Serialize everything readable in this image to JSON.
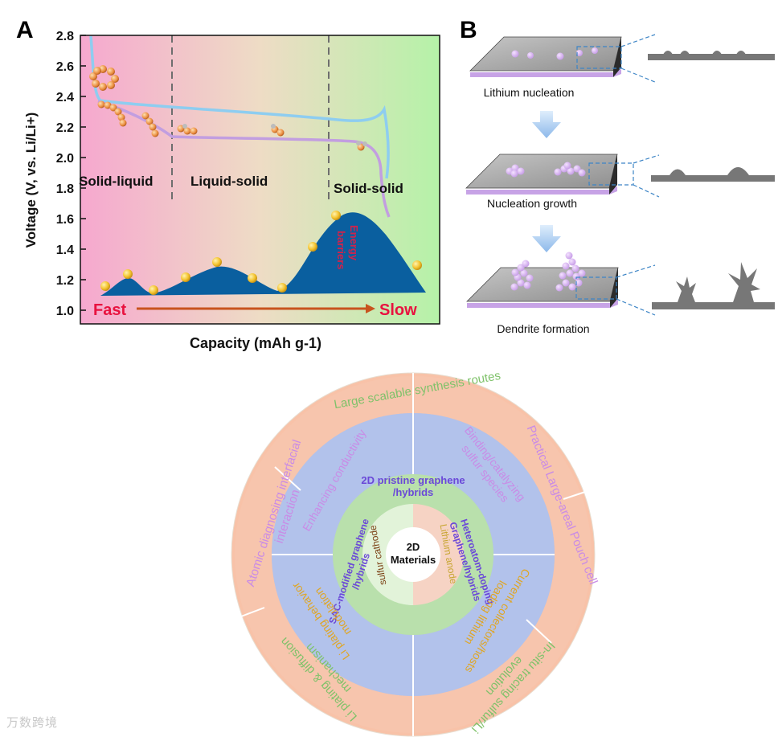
{
  "panel_a": {
    "label": "A",
    "y_axis_title": "Voltage (V, vs. Li/Li+)",
    "x_axis_title": "Capacity (mAh g-1)",
    "y_ticks": [
      "2.8",
      "2.6",
      "2.4",
      "2.2",
      "2.0",
      "1.8",
      "1.6",
      "1.4",
      "1.2",
      "1.0"
    ],
    "regions": [
      "Solid-liquid",
      "Liquid-solid",
      "Solid-solid"
    ],
    "barrier_label": [
      "Energy",
      "barriers"
    ],
    "fast_label": "Fast",
    "slow_label": "Slow",
    "colors": {
      "blue_curve": "#8ecdf0",
      "purple_curve": "#c29ee0",
      "barrier_fill": "#0a5f9f",
      "fast": "#e8123f",
      "slow": "#e8123f",
      "arrow": "#c8531e"
    }
  },
  "panel_b": {
    "label": "B",
    "steps": [
      "Lithium nucleation",
      "Nucleation growth",
      "Dendrite formation"
    ]
  },
  "wheel": {
    "center": [
      "2D",
      "Materials"
    ],
    "inner_left": "sulfur cathode",
    "inner_right": "Lithium anode",
    "ring2": {
      "top": [
        "2D pristine graphene",
        "/hybrids"
      ],
      "left": [
        "SAC-modified graphene",
        "/hybrids"
      ],
      "right": [
        "Heteroatom-doping",
        "Graphene/hybrids"
      ]
    },
    "ring3": {
      "top_left": "Enhancing conductivity",
      "top_right": [
        "Binding/catalyzing",
        "sulfur species"
      ],
      "bottom_left": [
        "Li plating behavior",
        "modulation"
      ],
      "bottom_right": [
        "Current collectors/hosts",
        "loading lithium"
      ]
    },
    "ring4": {
      "top": "Large scalable synthesis routes",
      "left": [
        "Atomic diagnosing interfacial",
        "interaction"
      ],
      "right": "Practical Large-areal Pouch cell",
      "bottom_left": [
        "Li plating & diffusion",
        "mechanism"
      ],
      "bottom_right": [
        "In-situ tracing sulfur/Li",
        "evolution"
      ]
    }
  },
  "watermark": "万数跨境"
}
